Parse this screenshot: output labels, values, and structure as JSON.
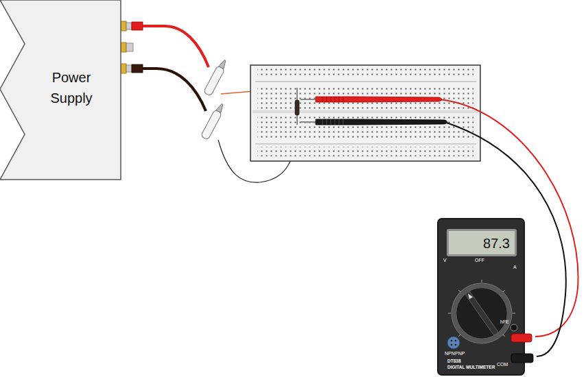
{
  "diagram": {
    "nodes": [
      {
        "text": [
          "Power Supply"
        ]
      },
      {
        "text": [
          "DT838",
          "DIGITAL MULTIMETER"
        ]
      },
      {
        "text": [
          "87.3"
        ],
        "in": 1
      }
    ],
    "labels": [
      "V",
      "OFF",
      "A",
      "hFE",
      "NPN",
      "PNP",
      "COM"
    ]
  }
}
